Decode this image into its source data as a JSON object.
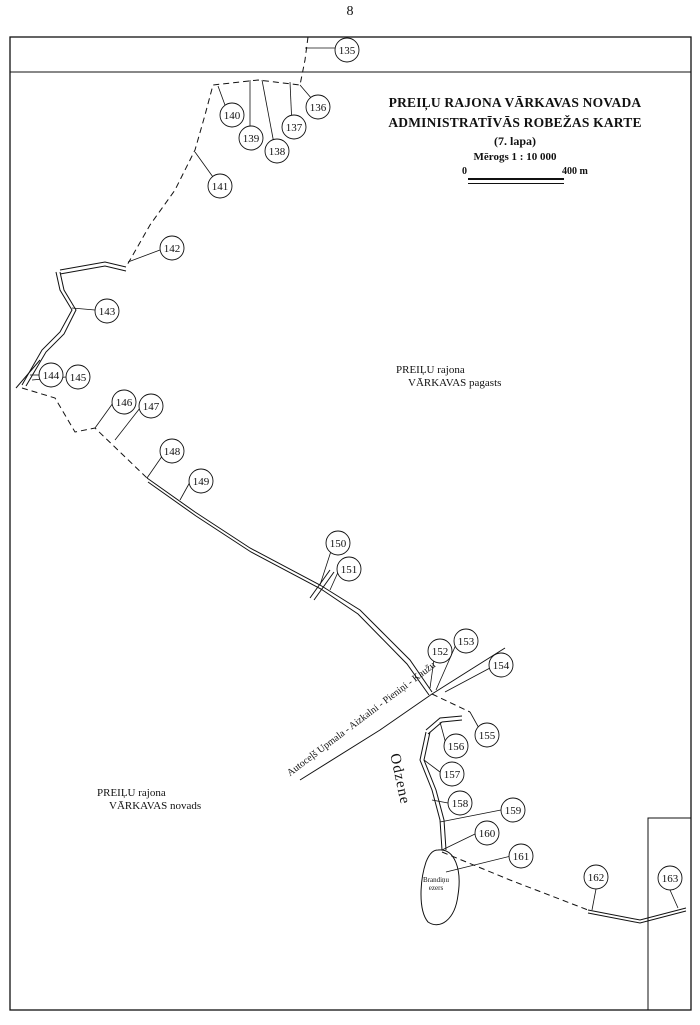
{
  "page_number": "8",
  "title": {
    "line1": "PREIĻU RAJONA VĀRKAVAS NOVADA",
    "line2": "ADMINISTRATĪVĀS ROBEŽAS KARTE",
    "sheet": "(7. lapa)",
    "scale": "Mērogs 1 : 10 000",
    "scalebar_start": "0",
    "scalebar_end": "400 m"
  },
  "areas": {
    "pagasts_line1": "PREIĻU rajona",
    "pagasts_line2": "VĀRKAVAS pagasts",
    "novads_line1": "PREIĻU rajona",
    "novads_line2": "VĀRKAVAS novads"
  },
  "features": {
    "road": "Autoceļš Upmala - Aizkalni - Pieniņi - Kaužu",
    "river": "Odzene",
    "lake_line1": "Brandiņu",
    "lake_line2": "ezers"
  },
  "boundary_points": [
    "135",
    "136",
    "137",
    "138",
    "139",
    "140",
    "141",
    "142",
    "143",
    "144",
    "145",
    "146",
    "147",
    "148",
    "149",
    "150",
    "151",
    "152",
    "153",
    "154",
    "155",
    "156",
    "157",
    "158",
    "159",
    "160",
    "161",
    "162",
    "163"
  ],
  "colors": {
    "ink": "#111111",
    "paper": "#ffffff"
  }
}
